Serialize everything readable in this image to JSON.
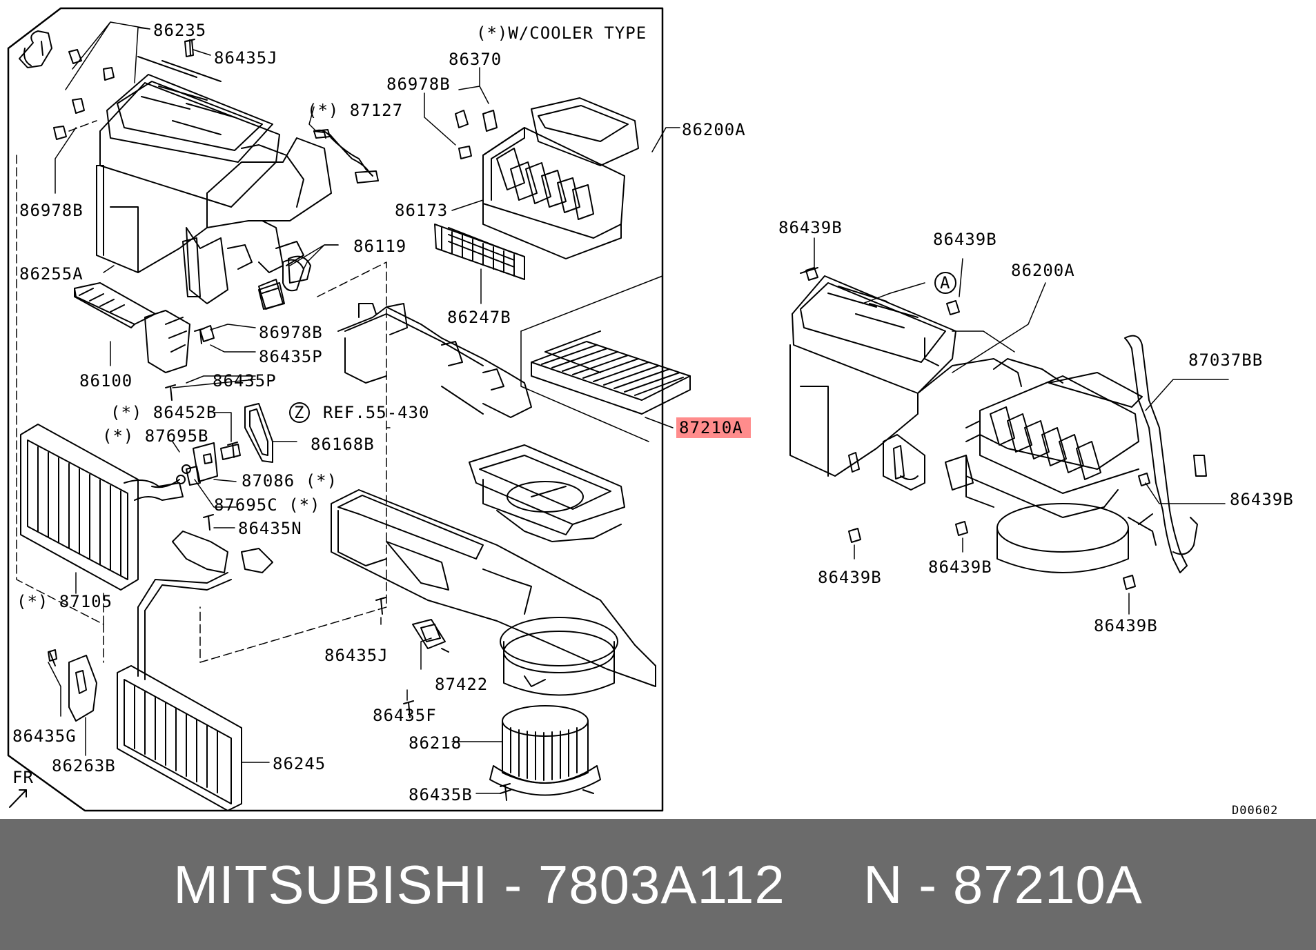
{
  "header": {
    "note": "(*)W/COOLER TYPE"
  },
  "labels": {
    "l86235": "86235",
    "l86435J_top": "86435J",
    "l87127": "(*) 87127",
    "l86370": "86370",
    "l86978B_a": "86978B",
    "l86200A_main": "86200A",
    "l86173": "86173",
    "l86978B_b": "86978B",
    "l86119": "86119",
    "l86255A": "86255A",
    "l86247B": "86247B",
    "l86978B_c": "86978B",
    "l86435P_a": "86435P",
    "l86100": "86100",
    "l86435P_b": "86435P",
    "l86452B": "(*) 86452B",
    "lZ": "Z",
    "lRef": "REF.55-430",
    "l87695B": "(*) 87695B",
    "l86168B": "86168B",
    "l87086": "87086 (*)",
    "l87695C": "87695C (*)",
    "l86435N": "86435N",
    "l87105": "(*) 87105",
    "l86435J_bot": "86435J",
    "l87422": "87422",
    "l86435F": "86435F",
    "l86218": "86218",
    "l86435G": "86435G",
    "l86263B": "86263B",
    "l86245": "86245",
    "l86435B": "86435B",
    "lFR": "FR",
    "l87210A": "87210A",
    "lDcode": "D00602",
    "r86439B_1": "86439B",
    "r86439B_2": "86439B",
    "r86200A": "86200A",
    "rA": "A",
    "r87037BB": "87037BB",
    "r86439B_3": "86439B",
    "r86439B_4": "86439B",
    "r86439B_5": "86439B",
    "r86439B_6": "86439B"
  },
  "footer": {
    "text": "MITSUBISHI - 7803A112     N - 87210A"
  },
  "colors": {
    "highlight": "#ff8c8c",
    "footer_bg": "#6b6b6b",
    "line": "#000000"
  }
}
